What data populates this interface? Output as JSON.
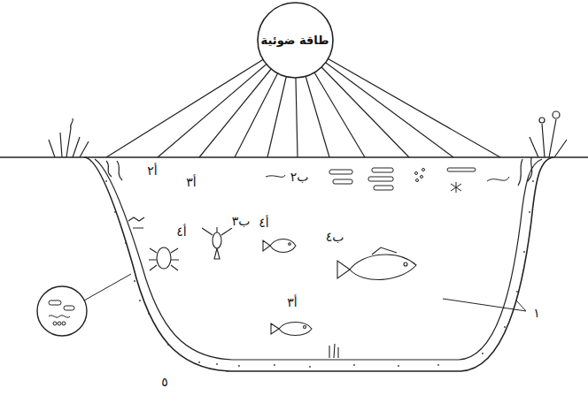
{
  "diagram": {
    "nodes": [
      {
        "text": [
          "طاقة ضوئية"
        ]
      }
    ],
    "labels": [
      "أ٢",
      "أ٣",
      "ب٢",
      "أ٤",
      "ب٣",
      "أ٤",
      "ب٤",
      "أ٣",
      "١",
      "٥"
    ]
  }
}
